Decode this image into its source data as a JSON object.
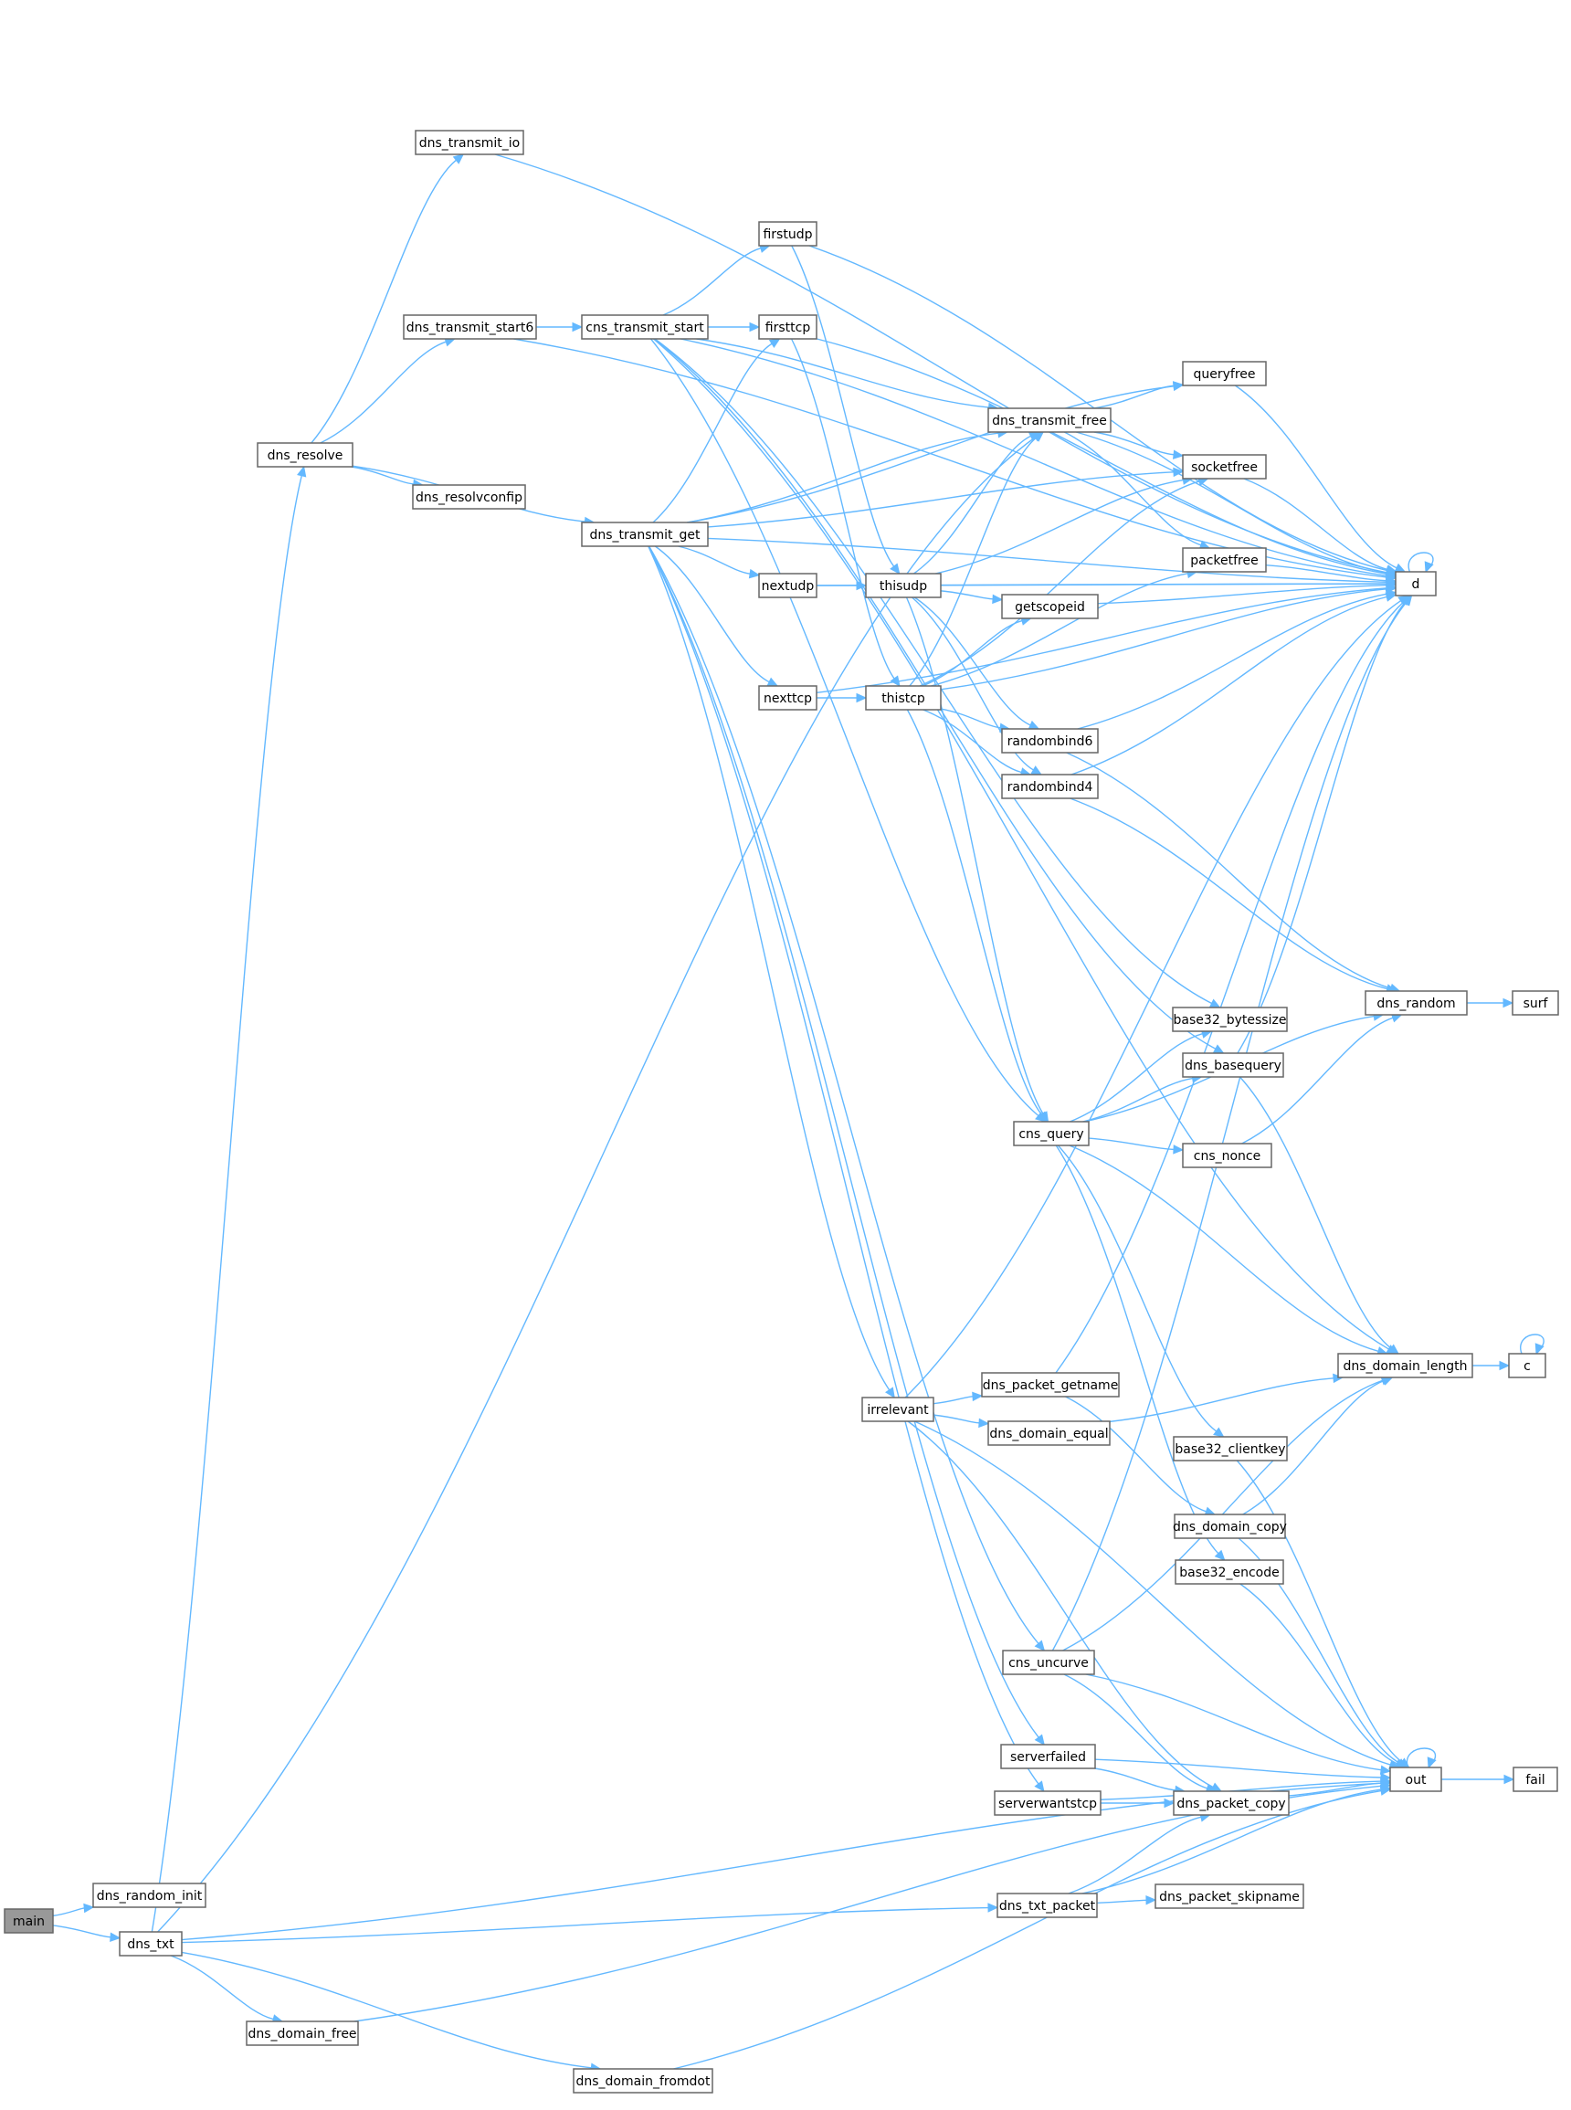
{
  "nodes": [
    {
      "id": "main",
      "label": "main"
    },
    {
      "id": "dns_random_init",
      "label": "dns_random_init"
    },
    {
      "id": "dns_txt",
      "label": "dns_txt"
    },
    {
      "id": "dns_transmit_io",
      "label": "dns_transmit_io"
    },
    {
      "id": "dns_transmit_start6",
      "label": "dns_transmit_start6"
    },
    {
      "id": "dns_resolve",
      "label": "dns_resolve"
    },
    {
      "id": "dns_resolvconfip",
      "label": "dns_resolvconfip"
    },
    {
      "id": "cns_transmit_start",
      "label": "cns_transmit_start"
    },
    {
      "id": "dns_transmit_get",
      "label": "dns_transmit_get"
    },
    {
      "id": "firstudp",
      "label": "firstudp"
    },
    {
      "id": "firsttcp",
      "label": "firsttcp"
    },
    {
      "id": "nextudp",
      "label": "nextudp"
    },
    {
      "id": "nexttcp",
      "label": "nexttcp"
    },
    {
      "id": "thisudp",
      "label": "thisudp"
    },
    {
      "id": "thistcp",
      "label": "thistcp"
    },
    {
      "id": "dns_transmit_free",
      "label": "dns_transmit_free"
    },
    {
      "id": "queryfree",
      "label": "queryfree"
    },
    {
      "id": "socketfree",
      "label": "socketfree"
    },
    {
      "id": "packetfree",
      "label": "packetfree"
    },
    {
      "id": "getscopeid",
      "label": "getscopeid"
    },
    {
      "id": "randombind6",
      "label": "randombind6"
    },
    {
      "id": "randombind4",
      "label": "randombind4"
    },
    {
      "id": "d",
      "label": "d"
    },
    {
      "id": "dns_random",
      "label": "dns_random"
    },
    {
      "id": "surf",
      "label": "surf"
    },
    {
      "id": "base32_bytessize",
      "label": "base32_bytessize"
    },
    {
      "id": "dns_basequery",
      "label": "dns_basequery"
    },
    {
      "id": "cns_query",
      "label": "cns_query"
    },
    {
      "id": "cns_nonce",
      "label": "cns_nonce"
    },
    {
      "id": "dns_domain_length",
      "label": "dns_domain_length"
    },
    {
      "id": "c",
      "label": "c"
    },
    {
      "id": "irrelevant",
      "label": "irrelevant"
    },
    {
      "id": "dns_packet_getname",
      "label": "dns_packet_getname"
    },
    {
      "id": "dns_domain_equal",
      "label": "dns_domain_equal"
    },
    {
      "id": "base32_clientkey",
      "label": "base32_clientkey"
    },
    {
      "id": "dns_domain_copy",
      "label": "dns_domain_copy"
    },
    {
      "id": "base32_encode",
      "label": "base32_encode"
    },
    {
      "id": "cns_uncurve",
      "label": "cns_uncurve"
    },
    {
      "id": "serverfailed",
      "label": "serverfailed"
    },
    {
      "id": "serverwantstcp",
      "label": "serverwantstcp"
    },
    {
      "id": "out",
      "label": "out"
    },
    {
      "id": "fail",
      "label": "fail"
    },
    {
      "id": "dns_packet_copy",
      "label": "dns_packet_copy"
    },
    {
      "id": "dns_txt_packet",
      "label": "dns_txt_packet"
    },
    {
      "id": "dns_packet_skipname",
      "label": "dns_packet_skipname"
    },
    {
      "id": "dns_domain_free",
      "label": "dns_domain_free"
    },
    {
      "id": "dns_domain_fromdot",
      "label": "dns_domain_fromdot"
    }
  ],
  "edges": [
    [
      "main",
      "dns_random_init"
    ],
    [
      "main",
      "dns_txt"
    ],
    [
      "dns_txt",
      "dns_resolve"
    ],
    [
      "dns_txt",
      "dns_transmit_free"
    ],
    [
      "dns_txt",
      "dns_txt_packet"
    ],
    [
      "dns_txt",
      "out"
    ],
    [
      "dns_txt",
      "dns_domain_free"
    ],
    [
      "dns_txt",
      "dns_domain_fromdot"
    ],
    [
      "dns_resolve",
      "dns_transmit_io"
    ],
    [
      "dns_resolve",
      "dns_transmit_start6"
    ],
    [
      "dns_resolve",
      "dns_resolvconfip"
    ],
    [
      "dns_resolve",
      "dns_transmit_get"
    ],
    [
      "dns_transmit_io",
      "d"
    ],
    [
      "dns_transmit_start6",
      "cns_transmit_start"
    ],
    [
      "dns_transmit_start6",
      "d"
    ],
    [
      "cns_transmit_start",
      "firstudp"
    ],
    [
      "cns_transmit_start",
      "firsttcp"
    ],
    [
      "cns_transmit_start",
      "dns_transmit_free"
    ],
    [
      "cns_transmit_start",
      "d"
    ],
    [
      "cns_transmit_start",
      "base32_bytessize"
    ],
    [
      "cns_transmit_start",
      "dns_basequery"
    ],
    [
      "cns_transmit_start",
      "dns_domain_length"
    ],
    [
      "cns_transmit_start",
      "cns_query"
    ],
    [
      "dns_transmit_get",
      "firsttcp"
    ],
    [
      "dns_transmit_get",
      "queryfree"
    ],
    [
      "dns_transmit_get",
      "dns_transmit_free"
    ],
    [
      "dns_transmit_get",
      "socketfree"
    ],
    [
      "dns_transmit_get",
      "d"
    ],
    [
      "dns_transmit_get",
      "nextudp"
    ],
    [
      "dns_transmit_get",
      "nexttcp"
    ],
    [
      "dns_transmit_get",
      "irrelevant"
    ],
    [
      "dns_transmit_get",
      "cns_uncurve"
    ],
    [
      "dns_transmit_get",
      "serverfailed"
    ],
    [
      "dns_transmit_get",
      "serverwantstcp"
    ],
    [
      "firstudp",
      "d"
    ],
    [
      "firstudp",
      "thisudp"
    ],
    [
      "firsttcp",
      "d"
    ],
    [
      "firsttcp",
      "thistcp"
    ],
    [
      "nextudp",
      "thisudp"
    ],
    [
      "nextudp",
      "d"
    ],
    [
      "nexttcp",
      "thistcp"
    ],
    [
      "nexttcp",
      "d"
    ],
    [
      "thisudp",
      "dns_transmit_free"
    ],
    [
      "thisudp",
      "socketfree"
    ],
    [
      "thisudp",
      "d"
    ],
    [
      "thisudp",
      "getscopeid"
    ],
    [
      "thisudp",
      "randombind6"
    ],
    [
      "thisudp",
      "randombind4"
    ],
    [
      "thisudp",
      "cns_query"
    ],
    [
      "thistcp",
      "dns_transmit_free"
    ],
    [
      "thistcp",
      "socketfree"
    ],
    [
      "thistcp",
      "packetfree"
    ],
    [
      "thistcp",
      "getscopeid"
    ],
    [
      "thistcp",
      "randombind6"
    ],
    [
      "thistcp",
      "randombind4"
    ],
    [
      "thistcp",
      "d"
    ],
    [
      "thistcp",
      "cns_query"
    ],
    [
      "dns_transmit_free",
      "queryfree"
    ],
    [
      "dns_transmit_free",
      "socketfree"
    ],
    [
      "dns_transmit_free",
      "packetfree"
    ],
    [
      "dns_transmit_free",
      "d"
    ],
    [
      "queryfree",
      "d"
    ],
    [
      "socketfree",
      "d"
    ],
    [
      "packetfree",
      "d"
    ],
    [
      "getscopeid",
      "d"
    ],
    [
      "randombind6",
      "d"
    ],
    [
      "randombind6",
      "dns_random"
    ],
    [
      "randombind4",
      "d"
    ],
    [
      "randombind4",
      "dns_random"
    ],
    [
      "d",
      "d"
    ],
    [
      "dns_random",
      "surf"
    ],
    [
      "dns_basequery",
      "d"
    ],
    [
      "dns_basequery",
      "dns_domain_length"
    ],
    [
      "cns_query",
      "base32_bytessize"
    ],
    [
      "cns_query",
      "dns_basequery"
    ],
    [
      "cns_query",
      "cns_nonce"
    ],
    [
      "cns_query",
      "dns_random"
    ],
    [
      "cns_query",
      "dns_domain_length"
    ],
    [
      "cns_query",
      "base32_clientkey"
    ],
    [
      "cns_query",
      "base32_encode"
    ],
    [
      "cns_nonce",
      "dns_random"
    ],
    [
      "dns_domain_length",
      "c"
    ],
    [
      "c",
      "c"
    ],
    [
      "irrelevant",
      "dns_packet_getname"
    ],
    [
      "irrelevant",
      "dns_domain_equal"
    ],
    [
      "irrelevant",
      "out"
    ],
    [
      "irrelevant",
      "d"
    ],
    [
      "irrelevant",
      "dns_packet_copy"
    ],
    [
      "dns_packet_getname",
      "d"
    ],
    [
      "dns_packet_getname",
      "dns_domain_copy"
    ],
    [
      "dns_domain_equal",
      "dns_domain_length"
    ],
    [
      "base32_clientkey",
      "out"
    ],
    [
      "dns_domain_copy",
      "dns_domain_length"
    ],
    [
      "dns_domain_copy",
      "out"
    ],
    [
      "base32_encode",
      "out"
    ],
    [
      "cns_uncurve",
      "d"
    ],
    [
      "cns_uncurve",
      "dns_domain_length"
    ],
    [
      "cns_uncurve",
      "out"
    ],
    [
      "cns_uncurve",
      "dns_packet_copy"
    ],
    [
      "serverfailed",
      "out"
    ],
    [
      "serverfailed",
      "dns_packet_copy"
    ],
    [
      "serverwantstcp",
      "dns_packet_copy"
    ],
    [
      "serverwantstcp",
      "out"
    ],
    [
      "out",
      "out"
    ],
    [
      "out",
      "fail"
    ],
    [
      "dns_packet_copy",
      "out"
    ],
    [
      "dns_txt_packet",
      "dns_packet_copy"
    ],
    [
      "dns_txt_packet",
      "dns_packet_skipname"
    ],
    [
      "dns_txt_packet",
      "out"
    ],
    [
      "dns_domain_free",
      "out"
    ],
    [
      "dns_domain_fromdot",
      "out"
    ]
  ]
}
